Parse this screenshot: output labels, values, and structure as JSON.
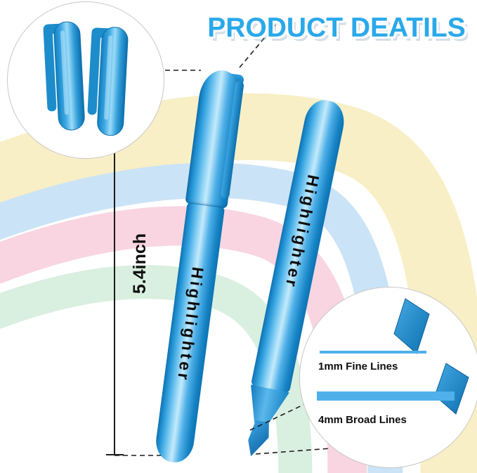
{
  "title": "PRODUCT DEATILS",
  "measurement": {
    "length_label": "5.4inch"
  },
  "pens": {
    "capped_label": "Highlighter",
    "uncapped_label": "Highlighter"
  },
  "tip_detail": {
    "fine_label": "1mm Fine Lines",
    "broad_label": "4mm Broad Lines"
  },
  "colors": {
    "pen-blue": "#2E9FDE",
    "pen-blue-dark": "#0E72B2",
    "pen-blue-light": "#8FD4F6",
    "title-blue": "#2AA9E9",
    "line-blue": "#4FB0EA",
    "band-yellow": "#F8EFC6",
    "band-blue": "#CBE3F6",
    "band-pink": "#F8D5E0",
    "band-green": "#D9EFDF",
    "circle-border": "#C8C8C8"
  }
}
